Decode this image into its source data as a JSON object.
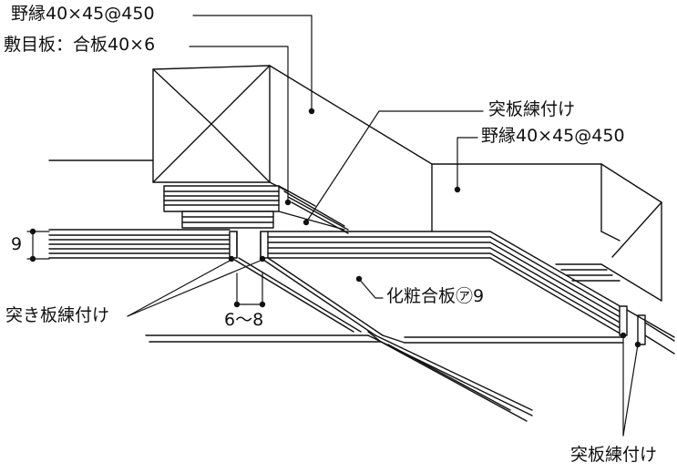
{
  "labels": {
    "nobuchi_top": "野縁40×45@450",
    "shikimeita": "敷目板：合板40×6",
    "tsukiita_top": "突板練付け",
    "nobuchi_right": "野縁40×45@450",
    "dim_9": "9",
    "tsukiita_left": "突き板練付け",
    "dim_6_8": "6〜8",
    "keshou_gouhan": "化粧合板㋐9",
    "tsukiita_bottom": "突板練付け"
  },
  "colors": {
    "line": "#111111",
    "background": "#ffffff"
  }
}
